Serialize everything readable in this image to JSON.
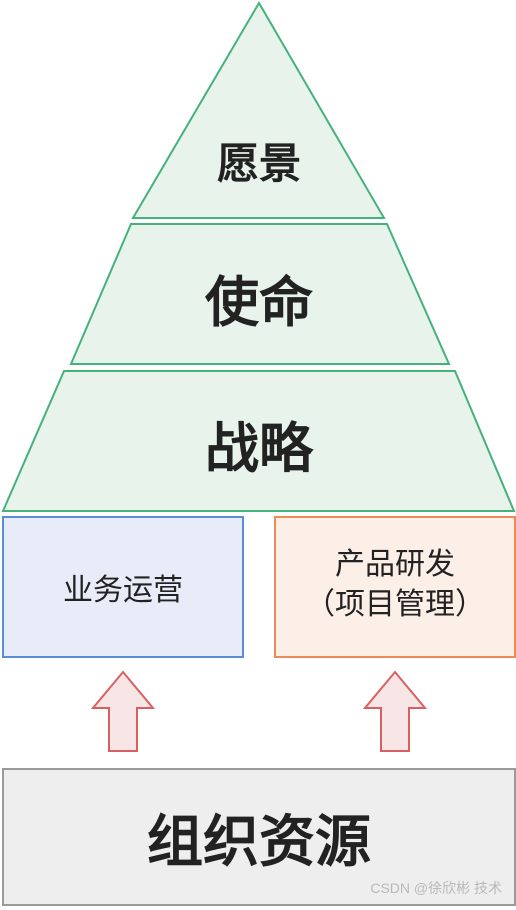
{
  "pyramid": {
    "top": "愿景",
    "middle": "使命",
    "bottom": "战略"
  },
  "boxes": {
    "left": "业务运营",
    "right_line1": "产品研发",
    "right_line2": "（项目管理）"
  },
  "base": "组织资源",
  "watermark": "CSDN @徐欣彬 技术",
  "colors": {
    "pyramid_fill": "#e8f3ec",
    "pyramid_stroke": "#44b27a",
    "left_fill": "#e8ecf8",
    "left_stroke": "#5b8dd6",
    "right_fill": "#fbefe8",
    "right_stroke": "#ee8a55",
    "arrow_fill": "#f8e5e5",
    "arrow_stroke": "#d96060",
    "base_fill": "#eeeeee",
    "base_stroke": "#9a9a9a"
  }
}
